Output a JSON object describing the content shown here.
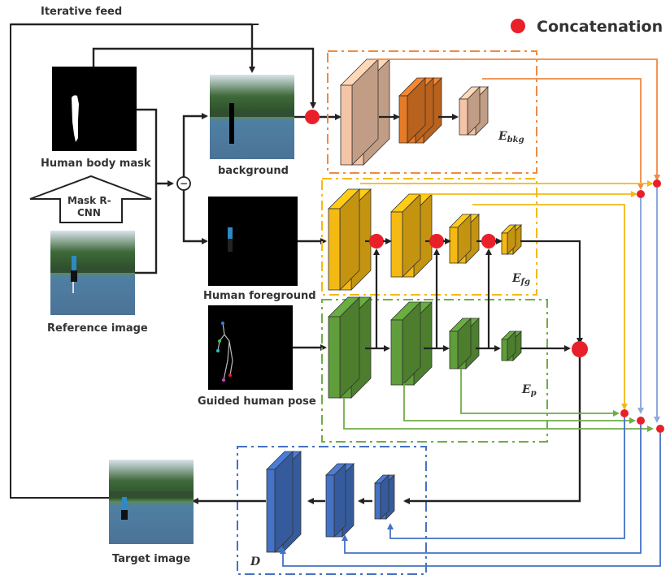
{
  "legend": {
    "marker_label": "Concatenation",
    "marker_color": "#e8202a"
  },
  "labels": {
    "iterative_feed": "Iterative feed",
    "human_body_mask": "Human body mask",
    "mask_rcnn_line1": "Mask R-",
    "mask_rcnn_line2": "CNN",
    "reference_image": "Reference image",
    "background": "background",
    "human_foreground": "Human foreground",
    "guided_human_pose": "Guided human pose",
    "target_image": "Target image",
    "subtract_symbol": "−"
  },
  "modules": {
    "bkg": {
      "name": "E",
      "sub": "bkg",
      "color": "#f08a3c"
    },
    "fg": {
      "name": "E",
      "sub": "fg",
      "color": "#f5b914"
    },
    "pose": {
      "name": "E",
      "sub": "p",
      "color": "#6aaa3a"
    },
    "decoder": {
      "name": "D",
      "color": "#4472c4"
    }
  },
  "colors": {
    "arrow": "#222222",
    "skip_bkg": "#ef8a44",
    "skip_fg": "#f5b914",
    "skip_pose": "#70ad47",
    "skip_dec": "#4472c4",
    "skip_dec_light": "#8eaadb"
  }
}
